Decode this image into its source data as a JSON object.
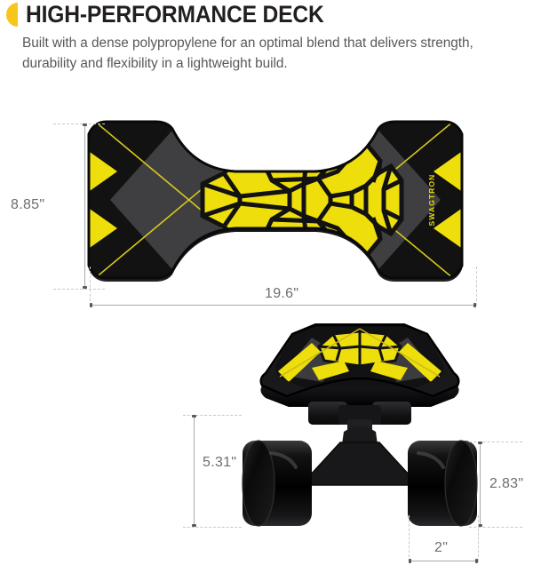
{
  "header": {
    "accent_icon": "accent-bullet-icon",
    "title": "HIGH-PERFORMANCE DECK",
    "subtitle": "Built with a dense polypropylene for an optimal blend that delivers strength, durability and flexibility in a lightweight build."
  },
  "colors": {
    "accent_yellow": "#F7C61A",
    "deck_yellow": "#EDDE0C",
    "deck_black": "#141414",
    "deck_gray": "#3D3D3F",
    "title_text": "#231F20",
    "body_text": "#58595B",
    "dimension_line": "#A7A9AC",
    "dimension_text": "#6D6E71",
    "background": "#FFFFFF"
  },
  "deck_top_view": {
    "name": "electric skateboard deck, top view",
    "brand_text": "SWAGTRON",
    "dimensions": {
      "height_label": "8.85\"",
      "width_label": "19.6\""
    }
  },
  "board_front_view": {
    "name": "electric skateboard, front view",
    "dimensions": {
      "deck_to_ground_label": "5.31\"",
      "wheel_diameter_label": "2.83\"",
      "wheel_width_label": "2\""
    }
  },
  "chart_data": {
    "type": "table",
    "title": "High-Performance Deck specifications",
    "categories": [
      "Deck width",
      "Deck length",
      "Deck height from ground",
      "Wheel diameter",
      "Wheel width"
    ],
    "values": [
      8.85,
      19.6,
      5.31,
      2.83,
      2
    ],
    "unit": "inches",
    "labels": [
      "8.85\"",
      "19.6\"",
      "5.31\"",
      "2.83\"",
      "2\""
    ]
  }
}
